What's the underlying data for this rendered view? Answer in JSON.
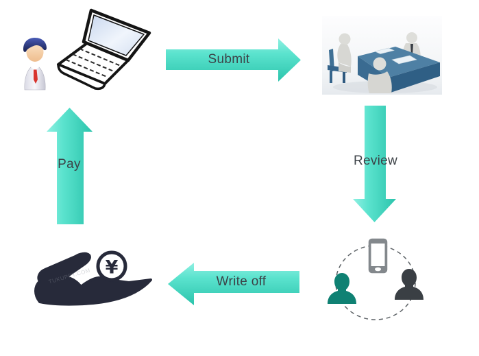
{
  "flow": {
    "type": "reimbursement-cycle-diagram",
    "arrows": {
      "submit": {
        "label": "Submit",
        "direction": "right"
      },
      "review": {
        "label": "Review",
        "direction": "down"
      },
      "write_off": {
        "label": "Write off",
        "direction": "left"
      },
      "pay": {
        "label": "Pay",
        "direction": "up"
      }
    },
    "nodes": {
      "employee_computer": {
        "icons": [
          "businessman-icon",
          "laptop-icon"
        ]
      },
      "review_meeting": {
        "icon": "meeting-at-desk-image"
      },
      "approval_network": {
        "icons": [
          "smartphone-icon",
          "approver-teal-icon",
          "approver-dark-icon",
          "dashed-connection-ellipse"
        ]
      },
      "payment": {
        "icon": "hand-holding-coin-icon",
        "currency_symbol": "¥",
        "watermark": "TUKUPPT.COM"
      }
    },
    "colors": {
      "arrow_gradient_light": "#7BEDDD",
      "arrow_gradient_dark": "#2CC4AC",
      "arrow_label_text": "#3C4247",
      "teal_person": "#0F8173",
      "dark_person": "#3A3F44",
      "hand_icon": "#272A3A",
      "phone_gray": "#83888C",
      "desk_blue": "#4E80A4",
      "tie_red": "#D8342E",
      "hair_blue": "#2B3A8F"
    }
  }
}
